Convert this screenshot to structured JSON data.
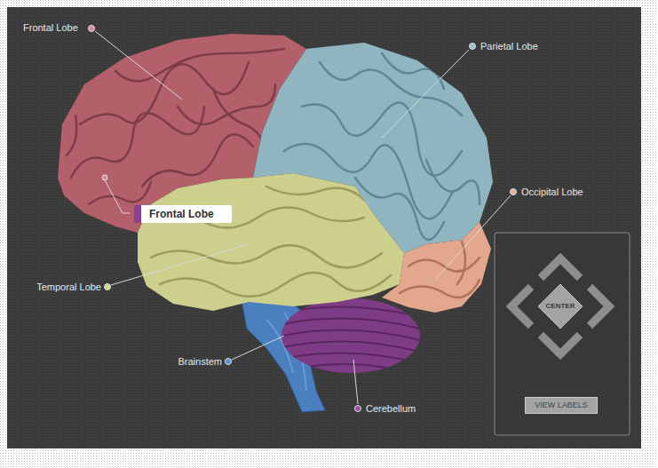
{
  "diagram": {
    "nodes": [
      {
        "text": [
          "Frontal Lobe"
        ]
      },
      {
        "text": [
          "CENTER"
        ]
      },
      {
        "text": [
          "VIEW LABELS"
        ]
      }
    ],
    "labels": [
      "Frontal Lobe",
      "Parietal Lobe",
      "Occipital Lobe",
      "Temporal Lobe",
      "Brainstem",
      "Cerebellum"
    ]
  }
}
